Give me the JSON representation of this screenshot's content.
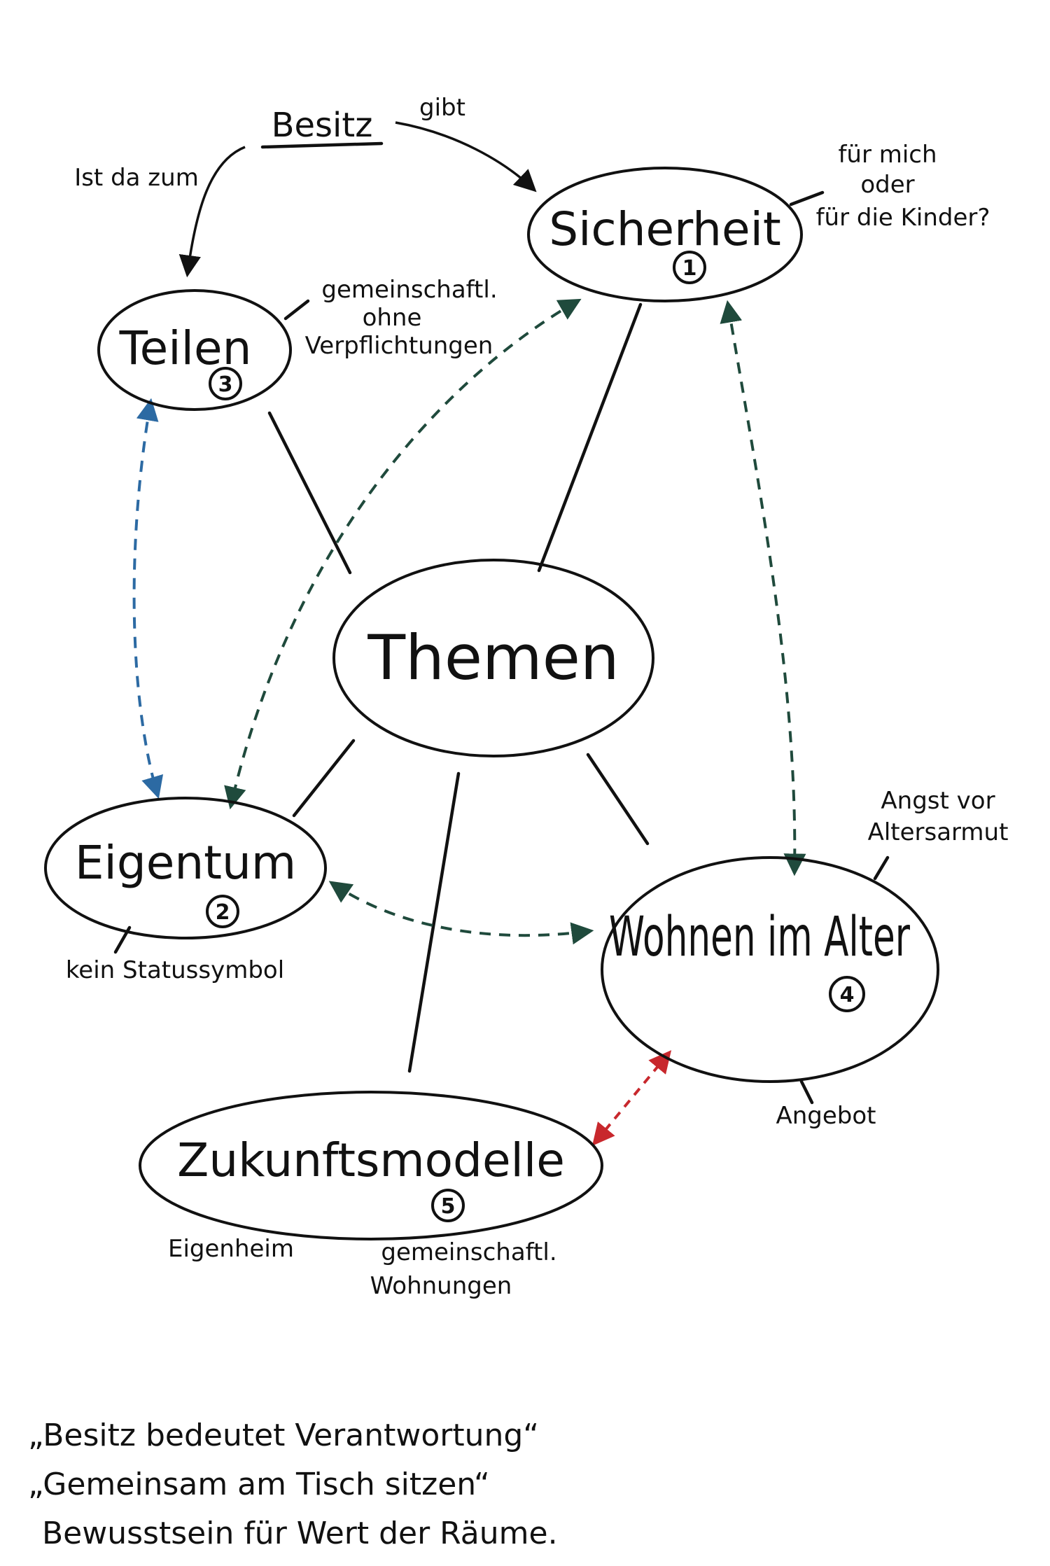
{
  "center": {
    "label": "Themen"
  },
  "besitz": {
    "label": "Besitz",
    "edge_left": "Ist da zum",
    "edge_right": "gibt"
  },
  "nodes": [
    {
      "id": "sicherheit",
      "label": "Sicherheit",
      "number": "1"
    },
    {
      "id": "eigentum",
      "label": "Eigentum",
      "number": "2"
    },
    {
      "id": "teilen",
      "label": "Teilen",
      "number": "3"
    },
    {
      "id": "wohnen",
      "label": "Wohnen im Alter",
      "number": "4"
    },
    {
      "id": "zukunft",
      "label": "Zukunftsmodelle",
      "number": "5"
    }
  ],
  "notes": {
    "sicherheit": [
      "für mich",
      "oder",
      "für die Kinder?"
    ],
    "teilen": [
      "gemeinschaftl.",
      "ohne",
      "Verpflichtungen"
    ],
    "eigentum": "kein Statussymbol",
    "wohnen_top": [
      "Angst vor",
      "Altersarmut"
    ],
    "wohnen_bottom": "Angebot",
    "zukunft_left": "Eigenheim",
    "zukunft_right": [
      "gemeinschaftl.",
      "Wohnungen"
    ]
  },
  "quotes": [
    "„Besitz bedeutet Verantwortung“",
    "„Gemeinsam am Tisch sitzen“",
    "Bewusstsein für Wert der Räume."
  ],
  "colors": {
    "ink": "#111111",
    "dashed_green": "#1f4a3c",
    "dashed_blue": "#2c6aa3",
    "dashed_red": "#c8282d"
  }
}
